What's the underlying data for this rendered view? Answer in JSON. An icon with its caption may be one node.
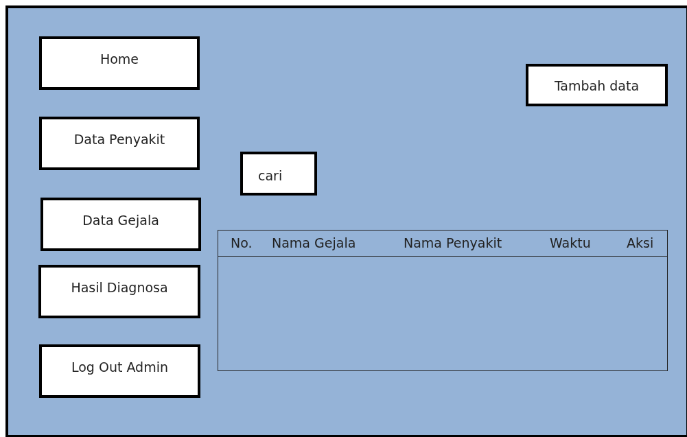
{
  "diagram": {
    "nodes": [
      {
        "text": [],
        "shape": "box"
      },
      {
        "text": [
          "Home"
        ],
        "in": 0
      },
      {
        "text": [
          "Tambah data"
        ],
        "in": 0
      },
      {
        "text": [
          "Data Penyakit"
        ],
        "in": 0
      },
      {
        "text": [
          "cari"
        ],
        "in": 0
      },
      {
        "text": [
          "Data Gejala"
        ],
        "in": 0
      },
      {
        "text": [
          "No.",
          "Nama Gejala",
          "Nama Penyakit",
          "Waktu",
          "Aksi"
        ],
        "in": 0
      },
      {
        "text": [
          "Hasil Diagnosa"
        ],
        "in": 0
      },
      {
        "text": [
          "Log Out Admin"
        ],
        "in": 0
      }
    ]
  }
}
